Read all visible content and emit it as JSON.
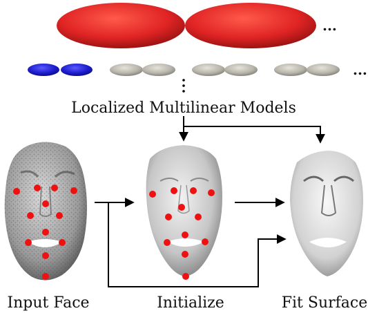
{
  "labels": {
    "models": "Localized Multilinear Models",
    "input": "Input Face",
    "initialize": "Initialize",
    "fit": "Fit Surface"
  },
  "ellipsis": "...",
  "colors": {
    "large_model": "#e02424",
    "small_blue": "#1c1ccc",
    "small_gray": "#b8b6ac",
    "landmark": "#ee1111",
    "arrow": "#000000"
  },
  "icons": {
    "large_models": "red-ellipsoid-icon",
    "small_models": "ellipsoid-icon",
    "faces": "face-mesh-icon",
    "landmarks": "landmark-dot-icon"
  }
}
